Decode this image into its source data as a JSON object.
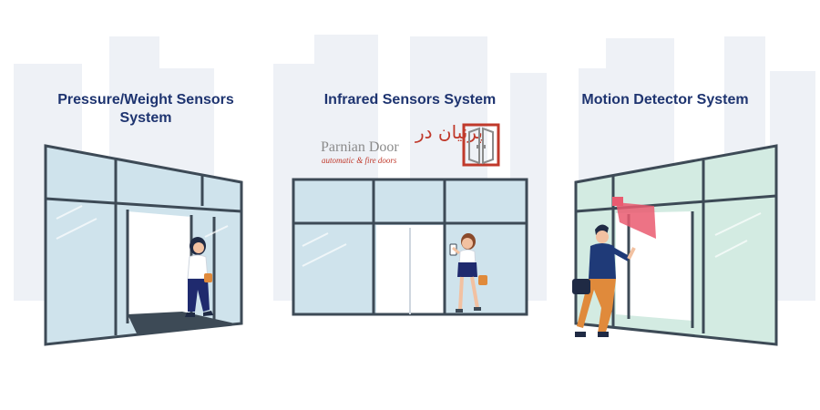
{
  "titles": {
    "pressure": [
      "Pressure/Weight Sensors",
      "System"
    ],
    "infrared": "Infrared Sensors System",
    "motion": "Motion Detector System"
  },
  "logo": {
    "name": "Parnian Door",
    "tagline": "automatic & fire doors",
    "persian": "پرنیان در"
  },
  "colors": {
    "title": "#1e3470",
    "frame": "#3d4a56",
    "glass": "#cfe3ec",
    "skyline": "#eef1f6",
    "accent": "#c0392b",
    "sensor": "#ea5b70"
  }
}
